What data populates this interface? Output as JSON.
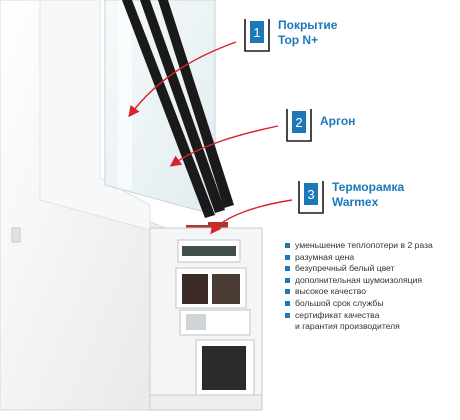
{
  "colors": {
    "accent": "#1c78b8",
    "arrow": "#d9232a",
    "frame": "#f2f2f2",
    "gasket": "#1a1a1a",
    "spacer": "#a93a2a"
  },
  "callouts": [
    {
      "number": "1",
      "lines": [
        "Покрытие",
        "Top N+"
      ]
    },
    {
      "number": "2",
      "lines": [
        "Аргон"
      ]
    },
    {
      "number": "3",
      "lines": [
        "Терморамка",
        "Warmex"
      ]
    }
  ],
  "features": [
    {
      "text": "уменьшение теплопотери в 2 раза",
      "bullet": true
    },
    {
      "text": "разумная цена",
      "bullet": true
    },
    {
      "text": "безупречный белый цвет",
      "bullet": true
    },
    {
      "text": "дополнительная шумоизоляция",
      "bullet": true
    },
    {
      "text": "высокое качество",
      "bullet": true
    },
    {
      "text": "большой срок службы",
      "bullet": true
    },
    {
      "text": "сертификат качества",
      "bullet": true
    },
    {
      "text": "и гарантия производителя",
      "bullet": false
    }
  ]
}
